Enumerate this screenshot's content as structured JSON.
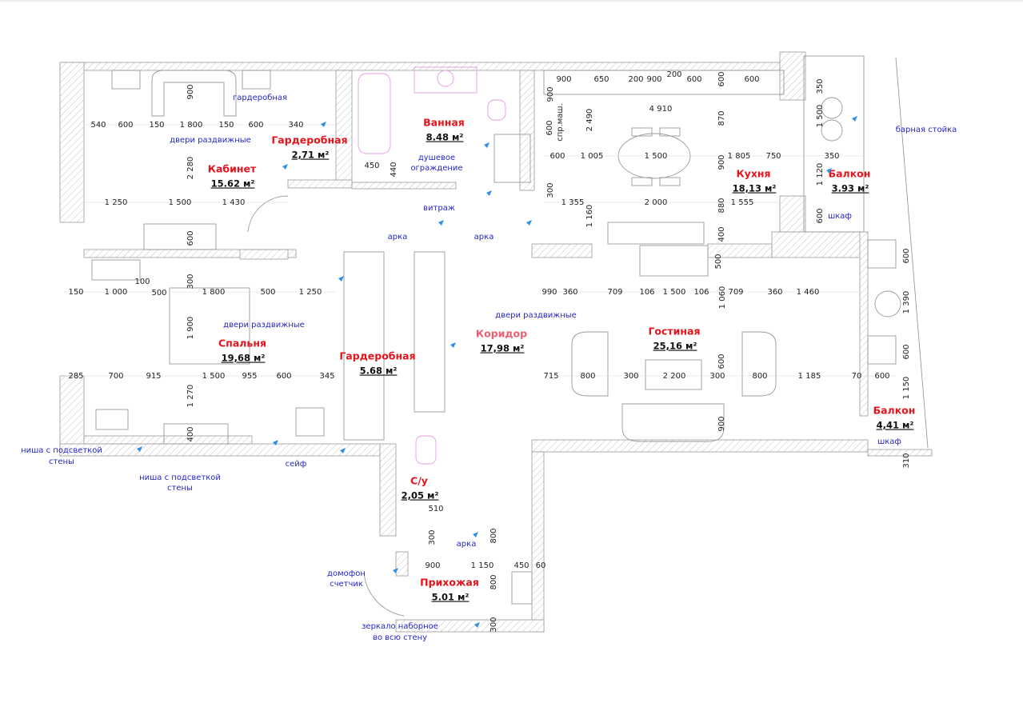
{
  "colors": {
    "room_label": "#e3141c",
    "annotation": "#2626c8",
    "marker": "#2e8fe8",
    "wall_hatch": "#9a9a9a"
  },
  "rooms": [
    {
      "name": "Кабинет",
      "area": "15.62 м²"
    },
    {
      "name": "Гардеробная",
      "area": "2,71 м²"
    },
    {
      "name": "Ванная",
      "area": "8.48 м²"
    },
    {
      "name": "Кухня",
      "area": "18,13 м²"
    },
    {
      "name": "Балкон",
      "area": "3.93 м²"
    },
    {
      "name": "Спальня",
      "area": "19,68 м²"
    },
    {
      "name": "Гардеробная",
      "area": "5.68 м²"
    },
    {
      "name": "Коридор",
      "area": "17,98 м²"
    },
    {
      "name": "Гостиная",
      "area": "25,16 м²"
    },
    {
      "name": "Балкон",
      "area": "4,41 м²"
    },
    {
      "name": "С/у",
      "area": "2,05 м²"
    },
    {
      "name": "Прихожая",
      "area": "5.01 м²"
    }
  ],
  "annotations": [
    "гардеробная",
    "двери раздвижные",
    "душевое",
    "ограждение",
    "витраж",
    "арка",
    "арка",
    "барная стойка",
    "шкаф",
    "двери раздвижные",
    "двери раздвижные",
    "шкаф",
    "ниша с подсветкой",
    "стены",
    "ниша с подсветкой",
    "стены",
    "сейф",
    "арка",
    "домофон",
    "счетчик",
    "зеркало наборное",
    "во всю стену"
  ],
  "dimensions": [
    "540",
    "600",
    "150",
    "1 800",
    "150",
    "600",
    "340",
    "900",
    "2 280",
    "1 250",
    "1 500",
    "1 430",
    "600",
    "450",
    "440",
    "900",
    "650",
    "200",
    "900",
    "200",
    "600",
    "600",
    "600",
    "900",
    "4 910",
    "600",
    "спр.маш.",
    "2 490",
    "870",
    "600",
    "1 005",
    "1 500",
    "900",
    "1 805",
    "750",
    "350",
    "350",
    "1 500",
    "1 120",
    "600",
    "300",
    "1 355",
    "2 000",
    "880",
    "1 555",
    "1 160",
    "400",
    "500",
    "990",
    "360",
    "709",
    "106",
    "1 500",
    "106",
    "1 060",
    "709",
    "360",
    "1 460",
    "715",
    "800",
    "300",
    "2 200",
    "300",
    "800",
    "1 185",
    "70",
    "600",
    "600",
    "900",
    "600",
    "1 390",
    "600",
    "1 150",
    "310",
    "150",
    "1 000",
    "100",
    "500",
    "300",
    "1 800",
    "500",
    "1 250",
    "1 900",
    "285",
    "700",
    "915",
    "1 500",
    "955",
    "600",
    "345",
    "1 270",
    "400",
    "510",
    "300",
    "800",
    "900",
    "1 150",
    "450",
    "60",
    "800",
    "300"
  ]
}
